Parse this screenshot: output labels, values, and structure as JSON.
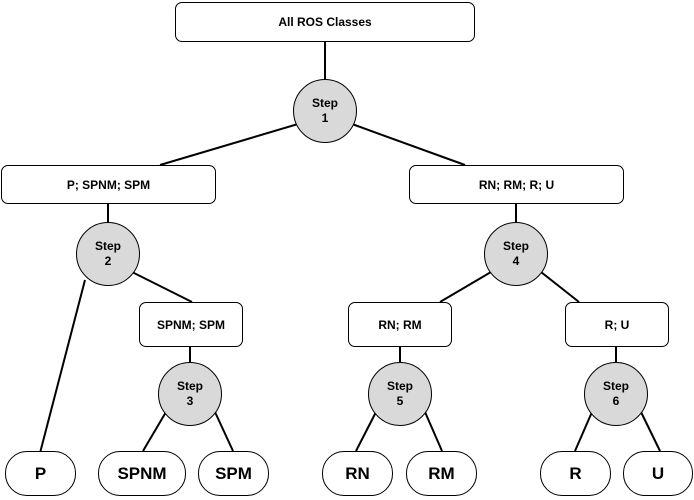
{
  "diagram": {
    "root": {
      "label": "All ROS Classes"
    },
    "steps": [
      {
        "word": "Step",
        "num": "1"
      },
      {
        "word": "Step",
        "num": "2"
      },
      {
        "word": "Step",
        "num": "3"
      },
      {
        "word": "Step",
        "num": "4"
      },
      {
        "word": "Step",
        "num": "5"
      },
      {
        "word": "Step",
        "num": "6"
      }
    ],
    "groups": {
      "p_spnm_spm": "P; SPNM; SPM",
      "rn_rm_r_u": "RN; RM; R; U",
      "spnm_spm": "SPNM; SPM",
      "rn_rm": "RN; RM",
      "r_u": "R; U"
    },
    "leaves": {
      "p": "P",
      "spnm": "SPNM",
      "spm": "SPM",
      "rn": "RN",
      "rm": "RM",
      "r": "R",
      "u": "U"
    }
  }
}
